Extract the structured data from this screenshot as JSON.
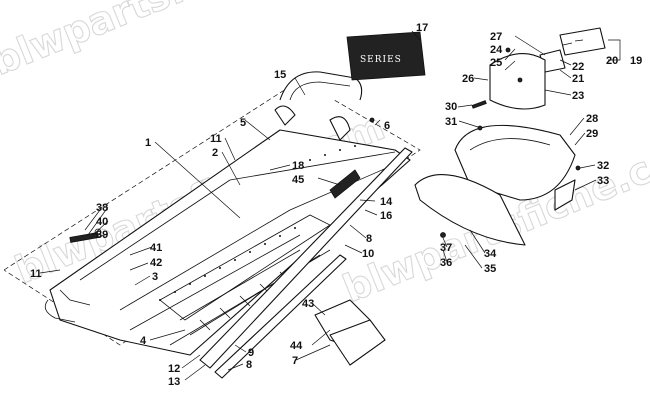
{
  "watermark": "blwpartsfiche.com",
  "decal_text": "SERIES",
  "callouts": [
    "1",
    "2",
    "3",
    "4",
    "5",
    "6",
    "7",
    "8",
    "8",
    "8",
    "9",
    "10",
    "11",
    "11",
    "12",
    "13",
    "14",
    "15",
    "16",
    "17",
    "18",
    "19",
    "20",
    "21",
    "22",
    "23",
    "24",
    "25",
    "26",
    "27",
    "28",
    "29",
    "30",
    "31",
    "32",
    "33",
    "34",
    "35",
    "36",
    "37",
    "38",
    "39",
    "40",
    "41",
    "42",
    "43",
    "44",
    "45"
  ],
  "colors": {
    "line": "#111111",
    "watermark": "#d8d8d8",
    "background": "#ffffff"
  }
}
